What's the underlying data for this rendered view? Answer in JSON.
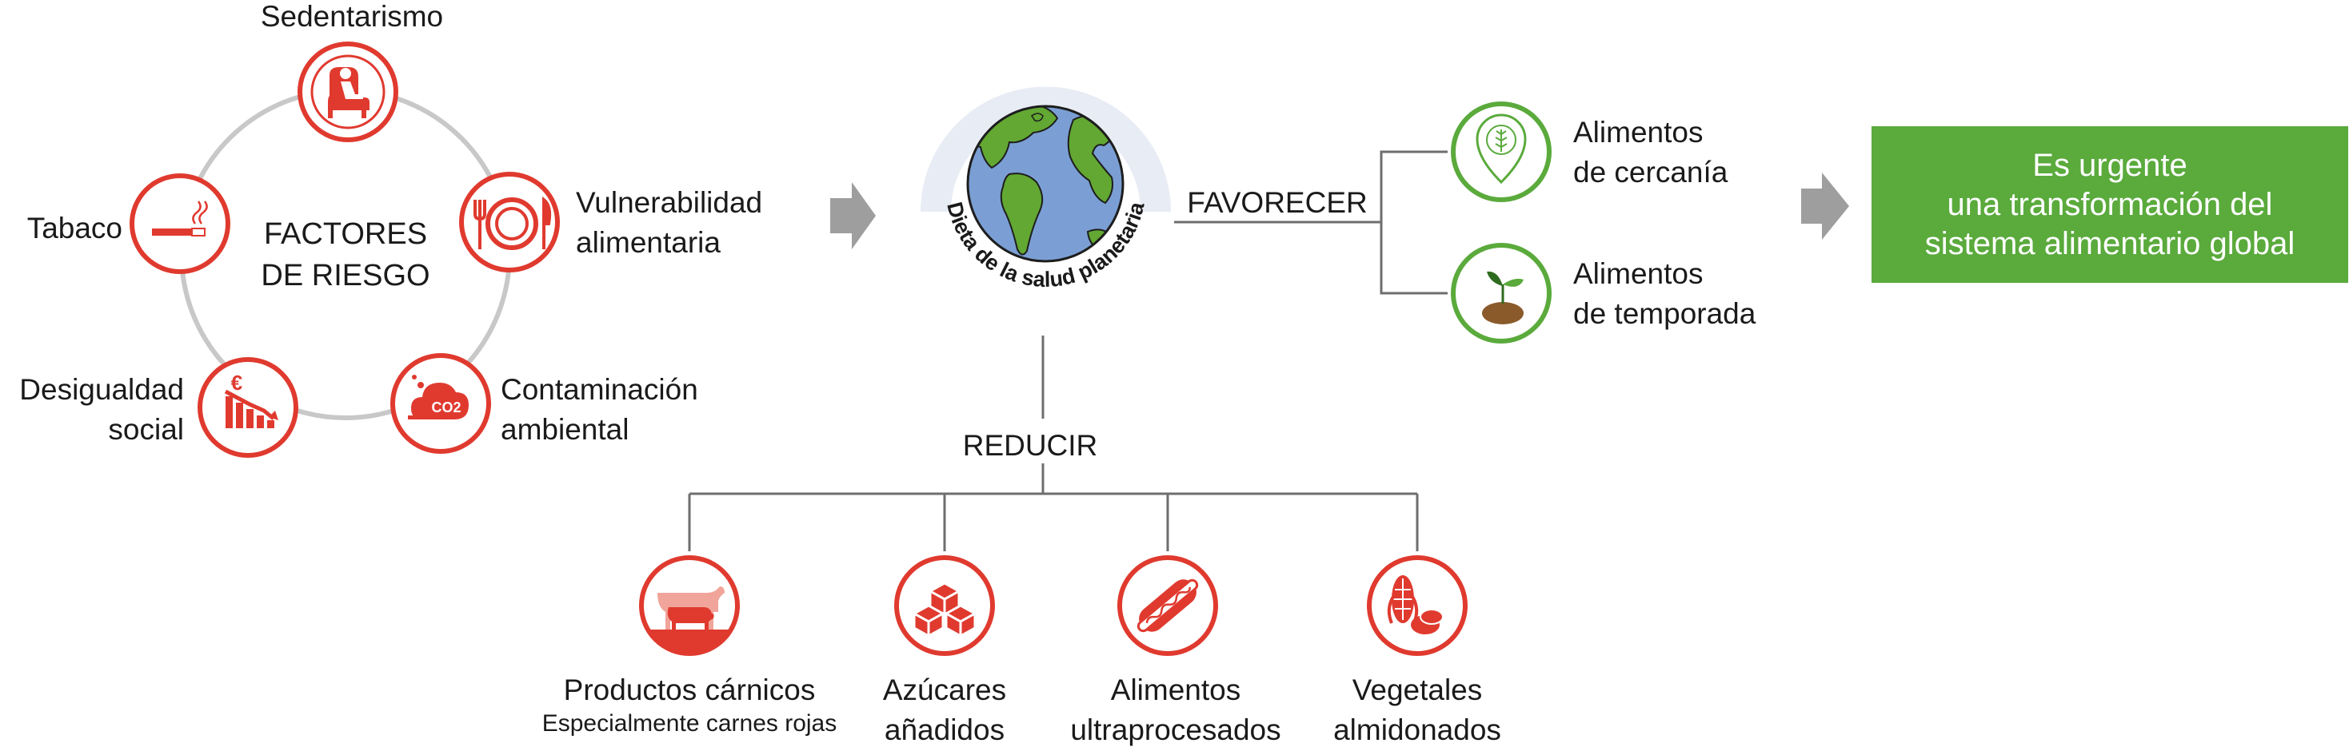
{
  "risk_factors": {
    "center_title": [
      "FACTORES",
      "DE RIESGO"
    ],
    "nodes": [
      {
        "name": "sedentarismo",
        "icon": "armchair-icon",
        "label": [
          "Sedentarismo"
        ]
      },
      {
        "name": "vulnerabilidad",
        "icon": "plate-cutlery-icon",
        "label": [
          "Vulnerabilidad",
          "alimentaria"
        ]
      },
      {
        "name": "contaminacion",
        "icon": "co2-cloud-icon",
        "label": [
          "Contaminación",
          "ambiental"
        ],
        "icon_text": "CO2"
      },
      {
        "name": "desigualdad",
        "icon": "euro-chart-down-icon",
        "label": [
          "Desigualdad",
          "social"
        ],
        "icon_text": "€"
      },
      {
        "name": "tabaco",
        "icon": "cigarette-icon",
        "label": [
          "Tabaco"
        ]
      }
    ]
  },
  "globe": {
    "caption": "Dieta de la salud planetaria"
  },
  "favorecer": {
    "label": "FAVORECER",
    "items": [
      {
        "icon": "location-wheat-icon",
        "label": [
          "Alimentos",
          "de cercanía"
        ]
      },
      {
        "icon": "sprout-icon",
        "label": [
          "Alimentos",
          "de temporada"
        ]
      }
    ]
  },
  "reducir": {
    "label": "REDUCIR",
    "items": [
      {
        "icon": "cow-pig-icon",
        "label": [
          "Productos cárnicos"
        ],
        "sublabel": "Especialmente carnes rojas"
      },
      {
        "icon": "sugar-cubes-icon",
        "label": [
          "Azúcares",
          "añadidos"
        ]
      },
      {
        "icon": "hotdog-icon",
        "label": [
          "Alimentos",
          "ultraprocesados"
        ]
      },
      {
        "icon": "corn-potato-icon",
        "label": [
          "Vegetales",
          "almidonados"
        ]
      }
    ]
  },
  "conclusion": [
    "Es urgente",
    "una transformación del",
    "sistema alimentario global"
  ],
  "colors": {
    "red": "#e03a2f",
    "green": "#5aaa3c",
    "gray": "#c8c8c8",
    "line": "#6e6e6e",
    "arrow": "#9e9e9e",
    "ocean": "#7b9fd4",
    "land": "#62a832"
  }
}
